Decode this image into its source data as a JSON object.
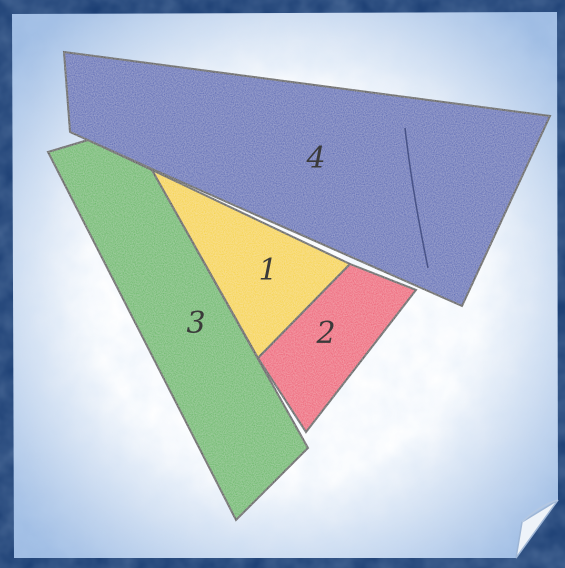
{
  "colors": {
    "frame": "#1b3e73",
    "paper": "#f4f7fb",
    "paper_shade": "#a9c4e6",
    "piece_1": "#f6d21c",
    "piece_2": "#ee4f6c",
    "piece_3": "#5cb65a",
    "piece_4": "#4c5fb4",
    "outline": "#3b3b3b"
  },
  "pieces": [
    {
      "id": "piece-4",
      "label": "4",
      "color_key": "piece_4"
    },
    {
      "id": "piece-3",
      "label": "3",
      "color_key": "piece_3"
    },
    {
      "id": "piece-1",
      "label": "1",
      "color_key": "piece_1"
    },
    {
      "id": "piece-2",
      "label": "2",
      "color_key": "piece_2"
    }
  ]
}
